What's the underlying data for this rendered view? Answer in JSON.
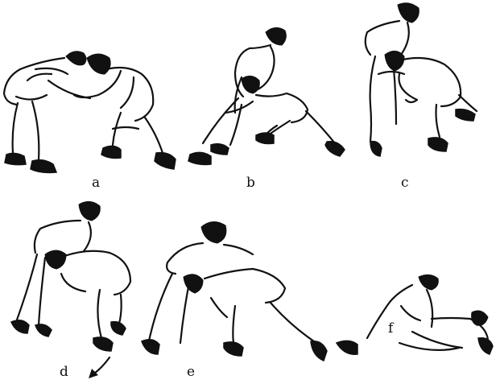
{
  "figure": {
    "panels": [
      {
        "id": "a",
        "label": "a"
      },
      {
        "id": "b",
        "label": "b"
      },
      {
        "id": "c",
        "label": "c"
      },
      {
        "id": "d",
        "label": "d"
      },
      {
        "id": "e",
        "label": "e"
      },
      {
        "id": "f",
        "label": "f"
      }
    ],
    "colors": {
      "ink": "#111111",
      "background": "#ffffff"
    },
    "icons": [
      "motion-arrow-icon"
    ]
  }
}
